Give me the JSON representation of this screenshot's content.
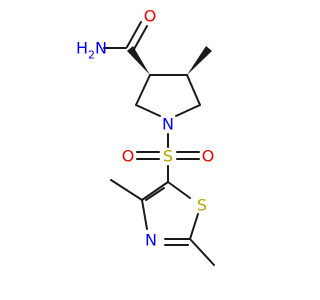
{
  "molecule": {
    "atoms": {
      "carbonyl_oxygen": {
        "label": "O",
        "color": "#ff0000"
      },
      "amide_nitrogen": {
        "label": "H",
        "subscript": "2",
        "suffix": "N",
        "color": "#0000ff"
      },
      "ring_nitrogen": {
        "label": "N",
        "color": "#0000ff"
      },
      "sulfonyl_sulfur": {
        "label": "S",
        "color": "#b8a400"
      },
      "sulfonyl_oxygen_left": {
        "label": "O",
        "color": "#ff0000"
      },
      "sulfonyl_oxygen_right": {
        "label": "O",
        "color": "#ff0000"
      },
      "thiazole_sulfur": {
        "label": "S",
        "color": "#b8a400"
      },
      "thiazole_nitrogen": {
        "label": "N",
        "color": "#0000ff"
      }
    },
    "bond_color": "#1a1a1a"
  }
}
